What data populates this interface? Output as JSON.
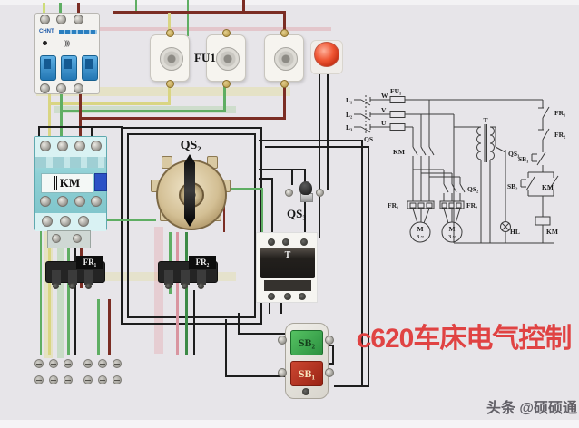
{
  "title": {
    "text": "c620车床电气控制",
    "color": "#e04343"
  },
  "watermark": {
    "text": "头条 @硕硕通"
  },
  "labels": {
    "fuse_group": "FU1",
    "breaker_brand": "CHNT",
    "contactor": "KM",
    "rotary_switch": "QS₂",
    "toggle_switch": "QS₃",
    "relay_left": "FR₁",
    "relay_right": "FR₂",
    "transformer": "T",
    "button_start": "SB₂",
    "button_stop": "SB₁"
  },
  "schematic": {
    "phase_1": "L₁",
    "phase_2": "L₂",
    "phase_3": "L₃",
    "disconnect": "QS",
    "fuse": "FU₁",
    "wire_w": "W",
    "wire_v": "V",
    "wire_u": "U",
    "contactor_contacts": "KM",
    "rotary": "QS₂",
    "heater_left": "FR₁",
    "heater_right": "FR₂",
    "motor": "M",
    "motor_phase": "3 ~",
    "transformer": "T",
    "control_switch": "QS₃",
    "lamp": "HL",
    "coil": "KM",
    "overload_1": "FR₁",
    "overload_2": "FR₂",
    "stop_button": "SB₁",
    "start_button": "SB₂",
    "seal_contact": "KM"
  },
  "colors": {
    "background": "#e7e5e9",
    "title_red": "#e04343",
    "wire_black": "#1d1d1d",
    "wire_green": "#5fae63",
    "wire_yellow": "#d9d583",
    "wire_dark_red": "#7b2d24",
    "wire_pink": "#d995a0",
    "contactor_teal": "#8fd0d5",
    "breaker_blue": "#2377b4",
    "button_green": "#2c9040",
    "button_red": "#992314"
  }
}
